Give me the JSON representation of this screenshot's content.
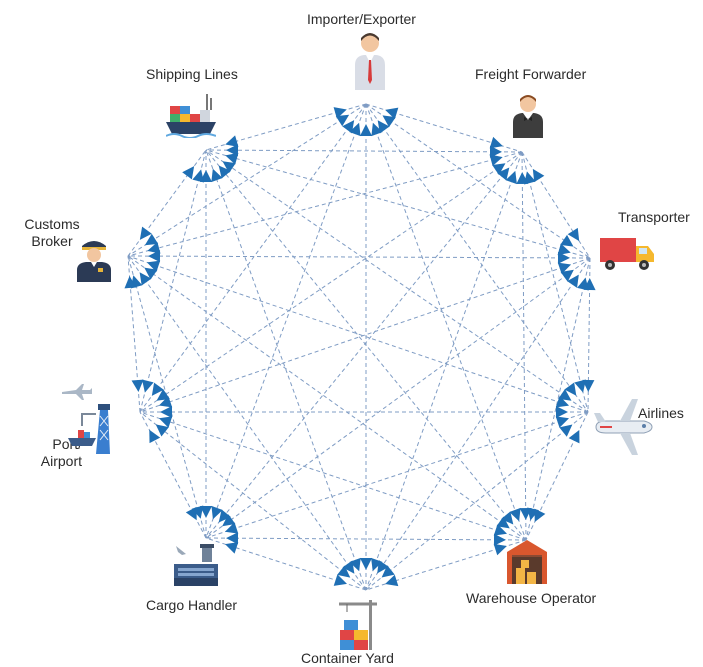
{
  "diagram": {
    "nodes": [
      {
        "id": "importer-exporter",
        "label": "Importer/Exporter",
        "icon": "businessman-icon"
      },
      {
        "id": "freight-forwarder",
        "label": "Freight Forwarder",
        "icon": "waiter-icon"
      },
      {
        "id": "transporter",
        "label": "Transporter",
        "icon": "truck-icon"
      },
      {
        "id": "airlines",
        "label": "Airlines",
        "icon": "airplane-icon"
      },
      {
        "id": "warehouse-operator",
        "label": "Warehouse Operator",
        "icon": "warehouse-icon"
      },
      {
        "id": "container-yard",
        "label": "Container Yard",
        "icon": "container-crane-icon"
      },
      {
        "id": "cargo-handler",
        "label": "Cargo Handler",
        "icon": "cargo-terminal-icon"
      },
      {
        "id": "port-airport",
        "label": "Port/ Airport",
        "icon": "port-tower-icon"
      },
      {
        "id": "customs-broker",
        "label": "Customs Broker",
        "icon": "customs-officer-icon"
      },
      {
        "id": "shipping-lines",
        "label": "Shipping Lines",
        "icon": "container-ship-icon"
      }
    ],
    "connections": "all-to-all",
    "colors": {
      "line": "#7f9cc4",
      "arrow": "#1f6fb4",
      "text": "#2b2b2b"
    }
  }
}
